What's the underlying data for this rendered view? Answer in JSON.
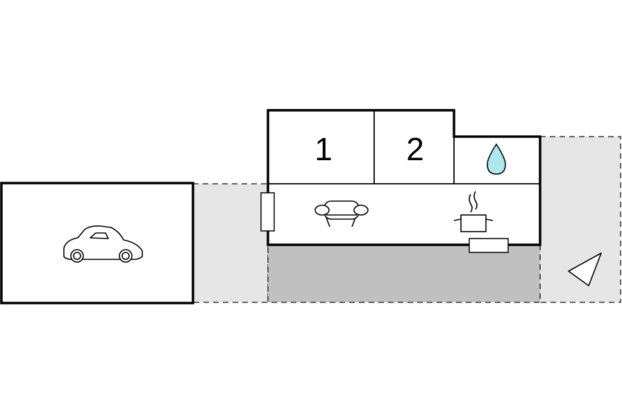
{
  "floorplan": {
    "rooms": [
      {
        "id": "bedroom-1",
        "label": "1"
      },
      {
        "id": "bedroom-2",
        "label": "2"
      },
      {
        "id": "bathroom",
        "icon": "water-drop-icon"
      },
      {
        "id": "living-kitchen",
        "icons": [
          "sofa-icon",
          "cooking-pot-icon"
        ]
      }
    ],
    "outdoor": {
      "garage_icon": "car-icon",
      "terrace": "paved-terrace",
      "garden": "lawn",
      "north_arrow_icon": "compass-arrow-icon"
    },
    "colors": {
      "wall": "#000000",
      "terrace_fill": "#c0c0c0",
      "lawn_fill": "#e6e6e6",
      "water": "#aee8ee",
      "background": "#ffffff"
    }
  }
}
